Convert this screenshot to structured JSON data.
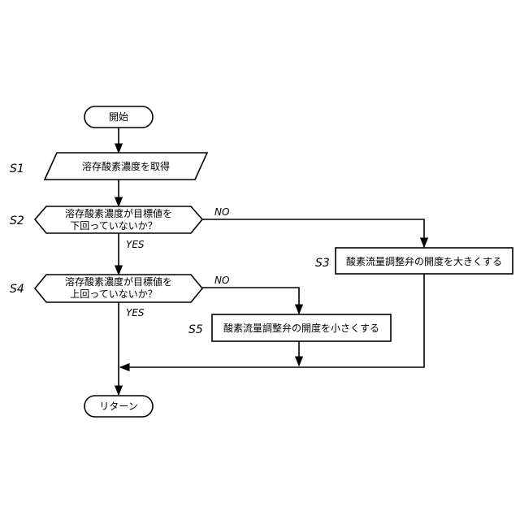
{
  "flowchart": {
    "start": "開始",
    "end": "リターン",
    "steps": {
      "s1": {
        "id": "S1",
        "text": "溶存酸素濃度を取得"
      },
      "s2": {
        "id": "S2",
        "line1": "溶存酸素濃度が目標値を",
        "line2": "下回っていないか？"
      },
      "s3": {
        "id": "S3",
        "text": "酸素流量調整弁の開度を大きくする"
      },
      "s4": {
        "id": "S4",
        "line1": "溶存酸素濃度が目標値を",
        "line2": "上回っていないか？"
      },
      "s5": {
        "id": "S5",
        "text": "酸素流量調整弁の開度を小さくする"
      }
    },
    "branch_labels": {
      "s2_no": "NO",
      "s2_yes": "YES",
      "s4_no": "NO",
      "s4_yes": "YES"
    }
  }
}
